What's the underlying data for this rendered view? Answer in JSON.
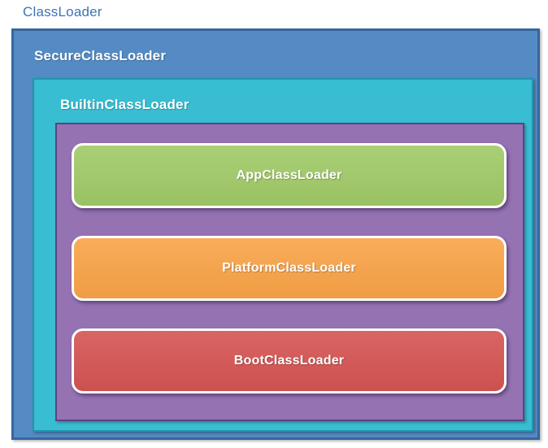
{
  "title": {
    "label": "ClassLoader",
    "color": "#3e73b8"
  },
  "boxes": {
    "secure": {
      "label": "SecureClassLoader",
      "fill": "#548bc4",
      "border": "#38669e"
    },
    "builtin": {
      "label": "BuiltinClassLoader",
      "fill": "#38bdd2",
      "border": "#2196ab"
    },
    "group": {
      "fill": "#9573b3",
      "border": "#5e4180"
    },
    "loaders": [
      {
        "label": "AppClassLoader",
        "fill": "#a0ca67"
      },
      {
        "label": "PlatformClassLoader",
        "fill": "#f9a347"
      },
      {
        "label": "BootClassLoader",
        "fill": "#d45452"
      }
    ]
  }
}
